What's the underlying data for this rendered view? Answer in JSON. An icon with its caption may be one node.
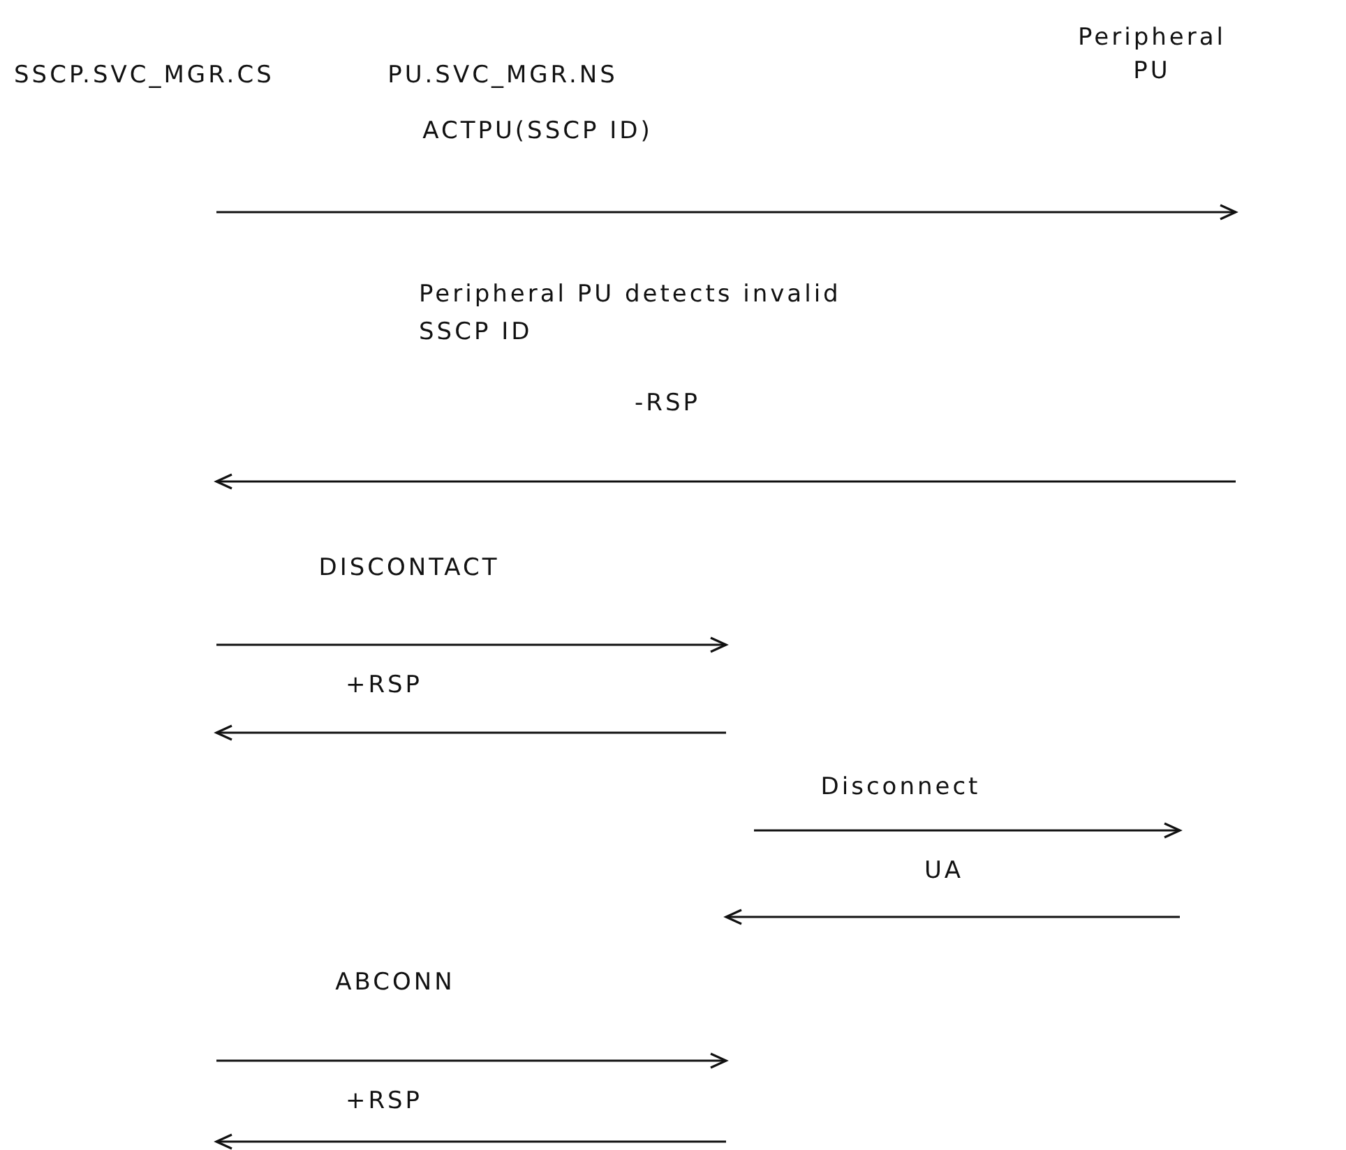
{
  "diagram": {
    "labels": [
      "Peripheral PU",
      "SSCP.SVC_MGR.CS",
      "PU.SVC_MGR.NS",
      "ACTPU(SSCP ID)",
      "Peripheral PU detects invalid SSCP ID",
      "-RSP",
      "DISCONTACT",
      "+RSP",
      "Disconnect",
      "UA",
      "ABCONN",
      "+RSP"
    ]
  }
}
